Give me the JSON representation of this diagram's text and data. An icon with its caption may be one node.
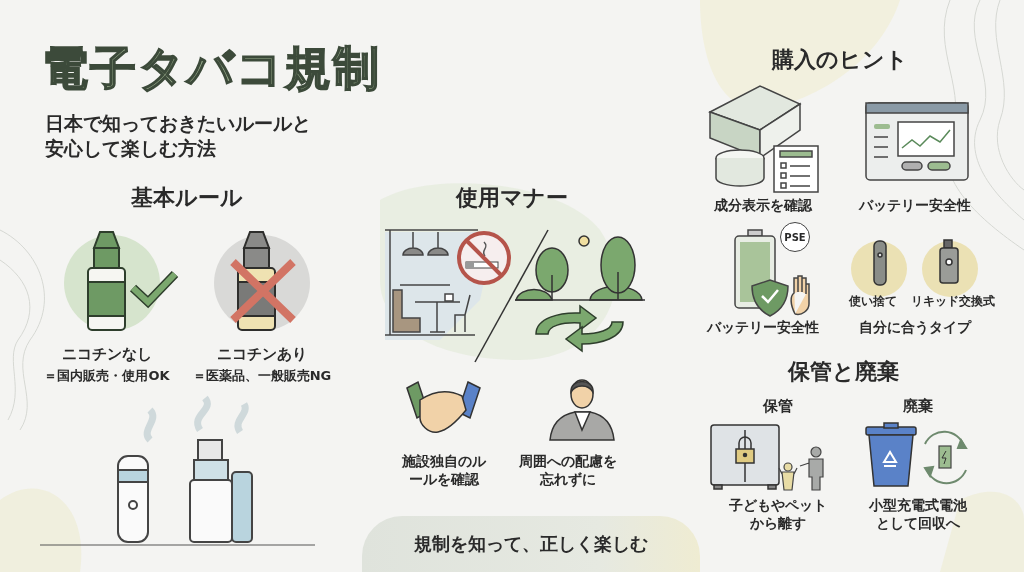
{
  "diagram": {
    "title": "電子タバコ規制",
    "nodes": [
      {
        "text": [
          "規制を知って、正しく楽しむ"
        ]
      },
      {
        "text": [
          "PSE"
        ]
      }
    ],
    "labels": [
      "日本で知っておきたいルールと安心して楽しむ方法",
      "基本ルール",
      "ニコチンなし",
      "＝国内販売・使用OK",
      "ニコチンあり",
      "＝医薬品、一般販売NG",
      "使用マナー",
      "施設独自のルールを確認",
      "周囲への配慮を忘れずに",
      "購入のヒント",
      "成分表示を確認",
      "バッテリー安全性",
      "使い捨て",
      "リキッド交換式",
      "バッテリー安全性",
      "自分に合うタイプ",
      "保管と廃棄",
      "保管",
      "廃棄",
      "子どもやペットから離す",
      "小型充電式電池として回収へ"
    ]
  }
}
